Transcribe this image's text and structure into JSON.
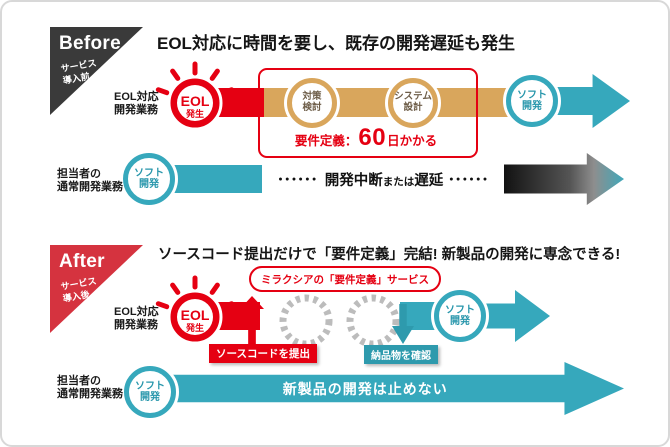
{
  "colors": {
    "red": "#e50012",
    "after_ribbon_red": "#d5333f",
    "before_ribbon_dark": "#3a3a3a",
    "tan": "#d9a65c",
    "teal": "#36a8bc",
    "teal_dark": "#2e9aad",
    "dash_gray": "#bcbcbc",
    "delay_arrow_gradient": [
      "#121212",
      "#8e8e8e",
      "#3fa8ba"
    ]
  },
  "before": {
    "ribbon": {
      "title": "Before",
      "sub1": "サービス",
      "sub2": "導入前"
    },
    "headline": "EOL対応に時間を要し、既存の開発遅延も発生",
    "eol_task_label": {
      "line1": "EOL対応",
      "line2": "開発業務"
    },
    "eol_badge": {
      "line1": "EOL",
      "line2": "発生"
    },
    "steps": [
      {
        "line1": "対策",
        "line2": "検討"
      },
      {
        "line1": "システム",
        "line2": "設計"
      }
    ],
    "callout": {
      "prefix": "要件定義：",
      "number": "60",
      "suffix": "日かかる"
    },
    "soft_dev_top": {
      "line1": "ソフト",
      "line2": "開発"
    },
    "normal_task_label": {
      "line1": "担当者の",
      "line2": "通常開発業務"
    },
    "soft_dev_bottom": {
      "line1": "ソフト",
      "line2": "開発"
    },
    "interruption": {
      "dots_left": "●●●●●●",
      "big1": "開発中断",
      "small": "または",
      "big2": "遅延",
      "dots_right": "●●●●●●"
    }
  },
  "after": {
    "ribbon": {
      "title": "After",
      "sub1": "サービス",
      "sub2": "導入後"
    },
    "headline": "ソースコード提出だけで「要件定義」完結! 新製品の開発に専念できる!",
    "service_pill": "ミラクシアの「要件定義」サービス",
    "eol_task_label": {
      "line1": "EOL対応",
      "line2": "開発業務"
    },
    "eol_badge": {
      "line1": "EOL",
      "line2": "発生"
    },
    "submit_label": "ソースコードを提出",
    "deliver_label": "納品物を確認",
    "soft_dev_top": {
      "line1": "ソフト",
      "line2": "開発"
    },
    "normal_task_label": {
      "line1": "担当者の",
      "line2": "通常開発業務"
    },
    "soft_dev_bottom": {
      "line1": "ソフト",
      "line2": "開発"
    },
    "no_stop_text": "新製品の開発は止めない"
  }
}
